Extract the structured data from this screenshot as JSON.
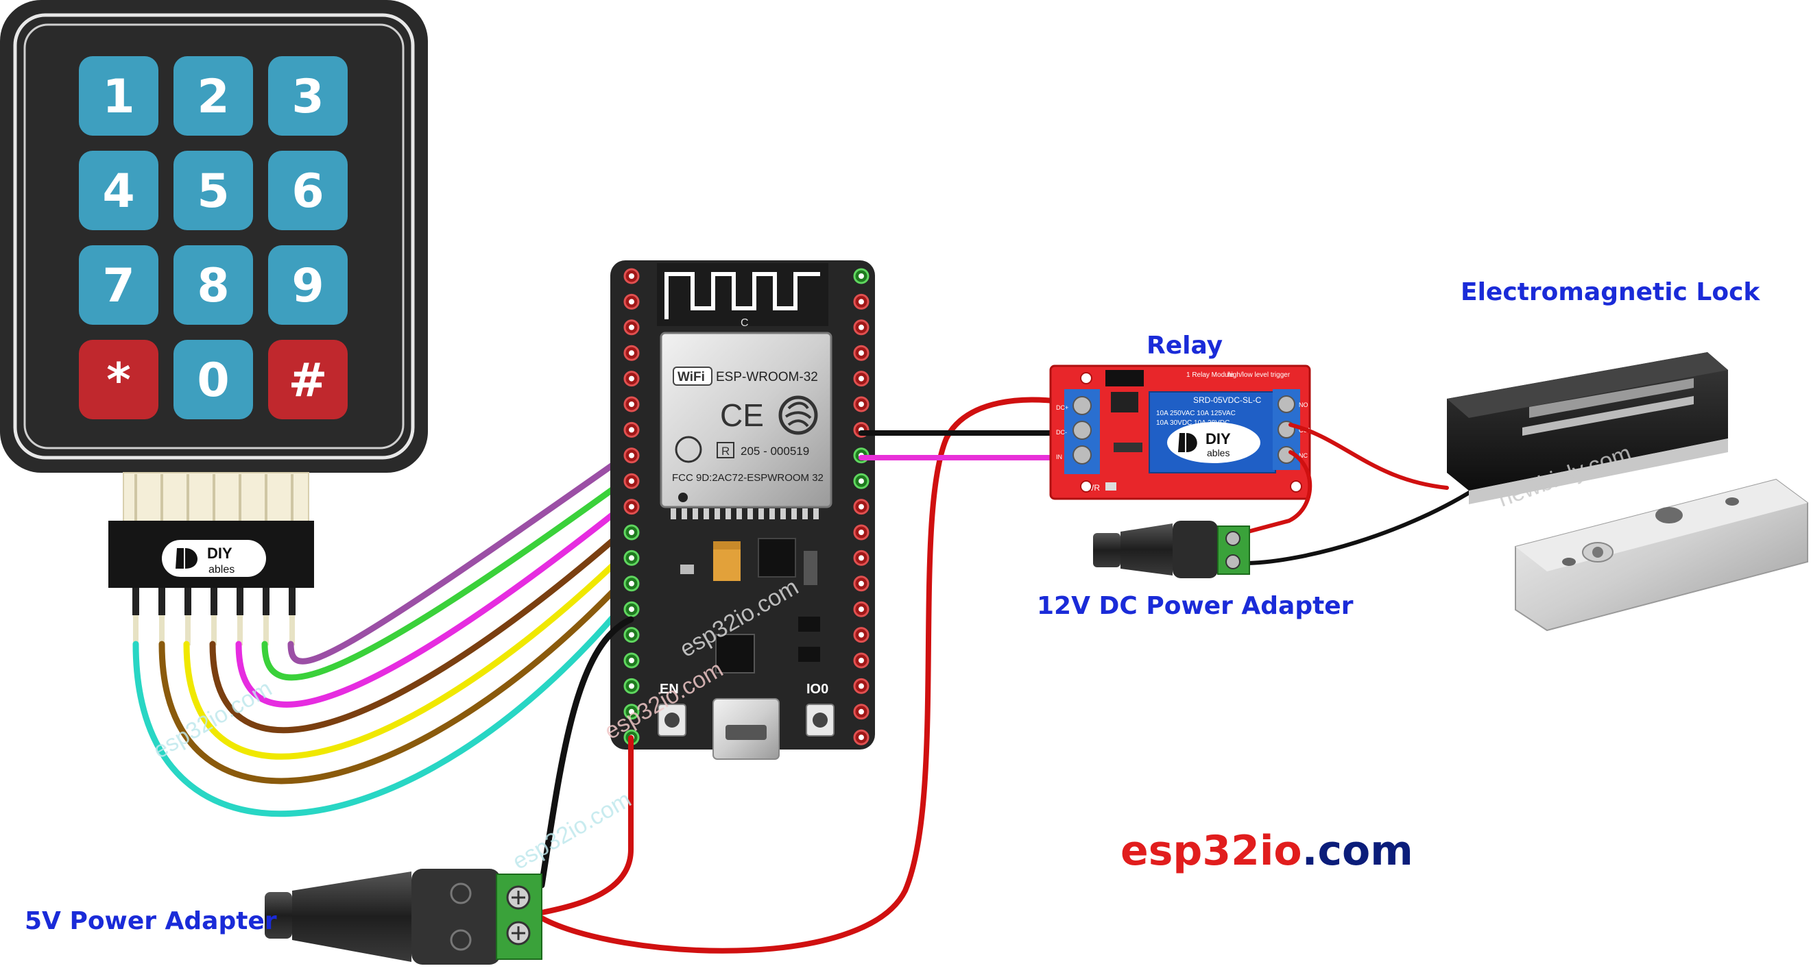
{
  "keypad": {
    "keys": [
      "1",
      "2",
      "3",
      "4",
      "5",
      "6",
      "7",
      "8",
      "9",
      "*",
      "0",
      "#"
    ],
    "connector_brand": {
      "line1": "DIY",
      "line2": "ables"
    }
  },
  "esp32": {
    "shield_text": [
      "ESP-WROOM-32",
      "205 - 000519",
      "FCC 9D:2AC72-ESPWROOM 32"
    ],
    "wifi_badge": "WiFi",
    "ce_mark": "CE",
    "r_mark": "R",
    "antenna_letter": "C",
    "button_en": "EN",
    "button_io0": "IO0"
  },
  "relay": {
    "label": "Relay",
    "silk_text": [
      "1 Relay Module",
      "high/low level trigger",
      "SRD-05VDC-SL-C",
      "10A 250VAC 10A 125VAC",
      "10A 30VDC 10A 28VDC"
    ],
    "pins_left": [
      "DC+",
      "DC-",
      "IN"
    ],
    "pins_right": [
      "NO",
      "COM",
      "NC"
    ],
    "pwr_label": "PWR",
    "brand": {
      "line1": "DIY",
      "line2": "ables"
    }
  },
  "labels": {
    "lock": "Electromagnetic Lock",
    "adapter_12v": "12V DC Power Adapter",
    "adapter_5v": "5V Power Adapter"
  },
  "watermarks": [
    "esp32io.com",
    "esp32io.com",
    "esp32io.com",
    "esp32io.com",
    "newbiely.com"
  ],
  "site": {
    "part1": "esp32",
    "part2": "io",
    "part3": ".com"
  },
  "colors": {
    "key_blue": "#3e9fbf",
    "key_red": "#c0282d",
    "board": "#222222",
    "relay_red": "#e8262a",
    "wire_red": "#d01010",
    "wire_black": "#111111",
    "wire_magenta": "#e830d8",
    "label_blue": "#1a2bd8"
  }
}
